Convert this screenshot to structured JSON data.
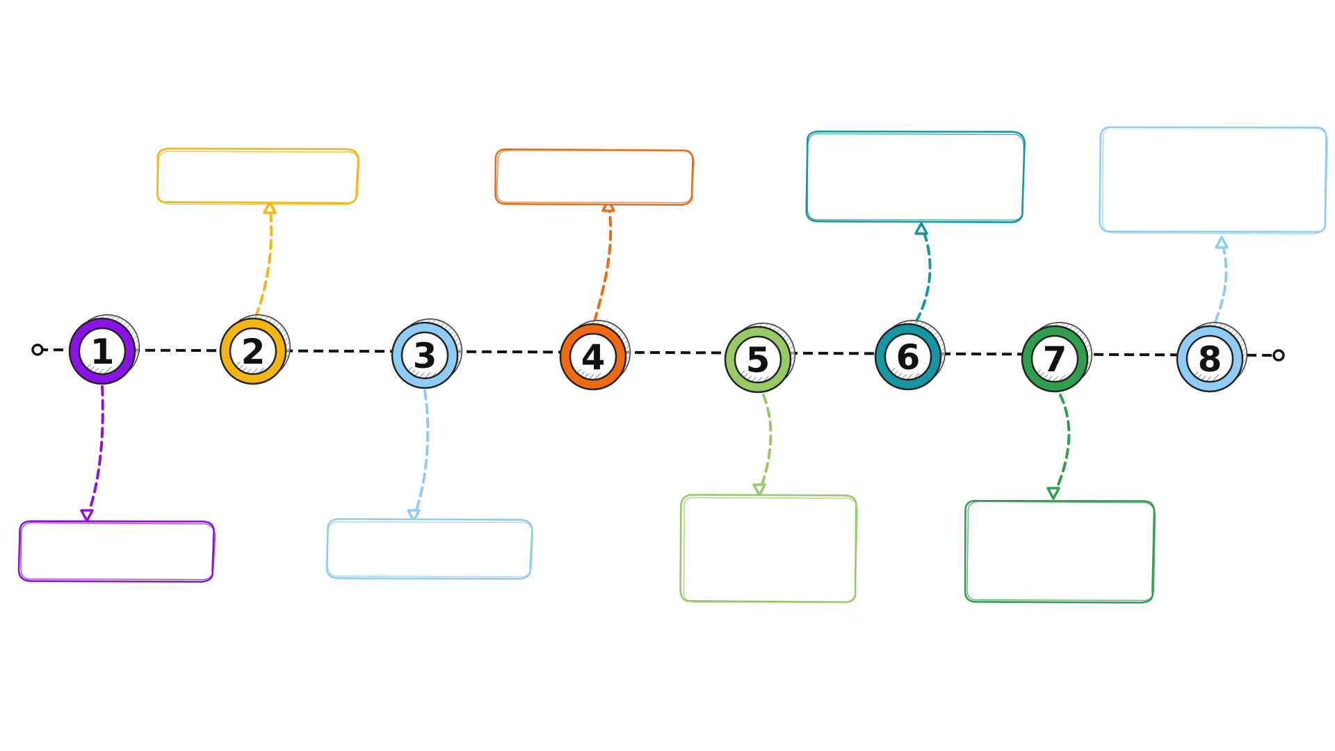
{
  "timeline": {
    "line_color": "#111111",
    "steps": [
      {
        "label": "1",
        "color": "#8a12e6",
        "box_side": "below",
        "box_text": ""
      },
      {
        "label": "2",
        "color": "#f5b50f",
        "box_side": "above",
        "box_text": ""
      },
      {
        "label": "3",
        "color": "#8ecbf5",
        "box_side": "below",
        "box_text": ""
      },
      {
        "label": "4",
        "color": "#f26a0f",
        "box_side": "above",
        "box_text": ""
      },
      {
        "label": "5",
        "color": "#98c964",
        "box_side": "below",
        "box_text": ""
      },
      {
        "label": "6",
        "color": "#1496a3",
        "box_side": "above",
        "box_text": ""
      },
      {
        "label": "7",
        "color": "#2f9e4f",
        "box_side": "below",
        "box_text": ""
      },
      {
        "label": "8",
        "color": "#8ecbf5",
        "box_side": "above",
        "box_text": ""
      }
    ]
  }
}
